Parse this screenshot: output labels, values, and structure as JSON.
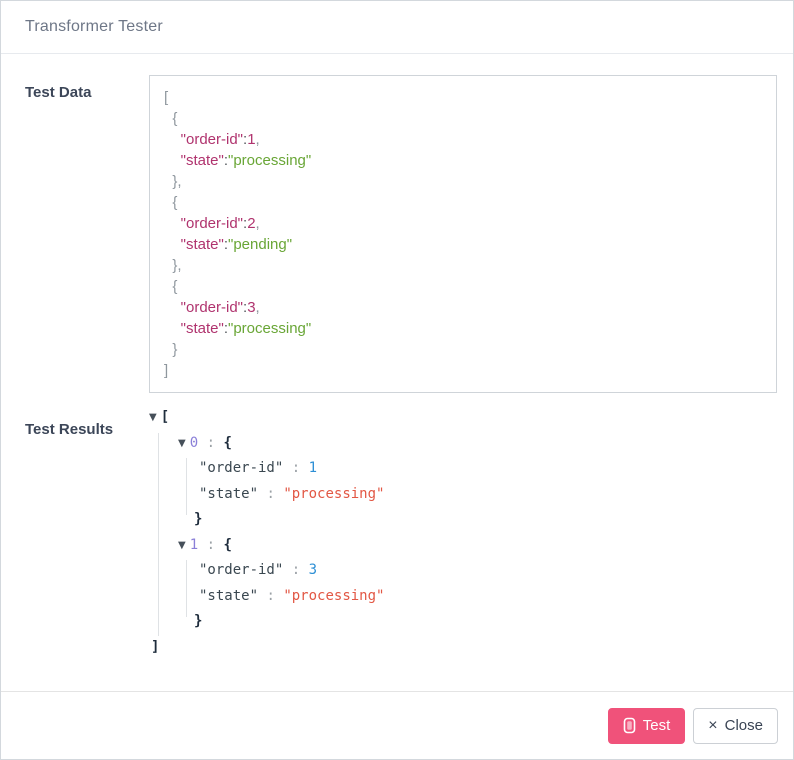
{
  "window": {
    "title": "Transformer Tester"
  },
  "sections": {
    "test_data_label": "Test Data",
    "test_results_label": "Test Results"
  },
  "test_data_editor": {
    "lines": [
      [
        {
          "t": "[",
          "c": "punct"
        }
      ],
      [
        {
          "t": "  {",
          "c": "punct"
        }
      ],
      [
        {
          "t": "    ",
          "c": "punct"
        },
        {
          "t": "\"order-id\"",
          "c": "key"
        },
        {
          "t": ":",
          "c": "colon"
        },
        {
          "t": "1",
          "c": "num"
        },
        {
          "t": ",",
          "c": "punct"
        }
      ],
      [
        {
          "t": "    ",
          "c": "punct"
        },
        {
          "t": "\"state\"",
          "c": "key"
        },
        {
          "t": ":",
          "c": "colon"
        },
        {
          "t": "\"processing\"",
          "c": "str"
        }
      ],
      [
        {
          "t": "  },",
          "c": "punct"
        }
      ],
      [
        {
          "t": "  {",
          "c": "punct"
        }
      ],
      [
        {
          "t": "    ",
          "c": "punct"
        },
        {
          "t": "\"order-id\"",
          "c": "key"
        },
        {
          "t": ":",
          "c": "colon"
        },
        {
          "t": "2",
          "c": "num"
        },
        {
          "t": ",",
          "c": "punct"
        }
      ],
      [
        {
          "t": "    ",
          "c": "punct"
        },
        {
          "t": "\"state\"",
          "c": "key"
        },
        {
          "t": ":",
          "c": "colon"
        },
        {
          "t": "\"pending\"",
          "c": "str"
        }
      ],
      [
        {
          "t": "  },",
          "c": "punct"
        }
      ],
      [
        {
          "t": "  {",
          "c": "punct"
        }
      ],
      [
        {
          "t": "    ",
          "c": "punct"
        },
        {
          "t": "\"order-id\"",
          "c": "key"
        },
        {
          "t": ":",
          "c": "colon"
        },
        {
          "t": "3",
          "c": "num"
        },
        {
          "t": ",",
          "c": "punct"
        }
      ],
      [
        {
          "t": "    ",
          "c": "punct"
        },
        {
          "t": "\"state\"",
          "c": "key"
        },
        {
          "t": ":",
          "c": "colon"
        },
        {
          "t": "\"processing\"",
          "c": "str"
        }
      ],
      [
        {
          "t": "  }",
          "c": "punct"
        }
      ],
      [
        {
          "t": "]",
          "c": "punct"
        }
      ]
    ]
  },
  "test_results_tree": {
    "lines": [
      {
        "kind": "root",
        "toggle": true,
        "tokens": [
          {
            "t": "[",
            "c": "brace"
          }
        ]
      },
      {
        "kind": "item",
        "toggle": true,
        "tokens": [
          {
            "t": "0",
            "c": "idx"
          },
          {
            "t": " : ",
            "c": "colon"
          },
          {
            "t": "{",
            "c": "brace"
          }
        ]
      },
      {
        "kind": "prop",
        "toggle": false,
        "tokens": [
          {
            "t": "\"order-id\"",
            "c": "key"
          },
          {
            "t": " : ",
            "c": "colon"
          },
          {
            "t": "1",
            "c": "num"
          }
        ]
      },
      {
        "kind": "prop",
        "toggle": false,
        "tokens": [
          {
            "t": "\"state\"",
            "c": "key"
          },
          {
            "t": " : ",
            "c": "colon"
          },
          {
            "t": "\"processing\"",
            "c": "str"
          }
        ]
      },
      {
        "kind": "closer",
        "toggle": false,
        "tokens": [
          {
            "t": "}",
            "c": "brace"
          }
        ]
      },
      {
        "kind": "item",
        "toggle": true,
        "tokens": [
          {
            "t": "1",
            "c": "idx"
          },
          {
            "t": " : ",
            "c": "colon"
          },
          {
            "t": "{",
            "c": "brace"
          }
        ]
      },
      {
        "kind": "prop",
        "toggle": false,
        "tokens": [
          {
            "t": "\"order-id\"",
            "c": "key"
          },
          {
            "t": " : ",
            "c": "colon"
          },
          {
            "t": "3",
            "c": "num"
          }
        ]
      },
      {
        "kind": "prop",
        "toggle": false,
        "tokens": [
          {
            "t": "\"state\"",
            "c": "key"
          },
          {
            "t": " : ",
            "c": "colon"
          },
          {
            "t": "\"processing\"",
            "c": "str"
          }
        ]
      },
      {
        "kind": "closer",
        "toggle": false,
        "tokens": [
          {
            "t": "}",
            "c": "brace"
          }
        ]
      },
      {
        "kind": "rootclose",
        "toggle": false,
        "tokens": [
          {
            "t": "]",
            "c": "brace"
          }
        ]
      }
    ],
    "toggle_icon": "▼"
  },
  "footer": {
    "test_label": "Test",
    "close_label": "Close",
    "close_icon": "×",
    "test_icon": "vial-icon"
  },
  "colors": {
    "accent_pink": "#f0527a",
    "editor_key": "#b0336e",
    "editor_string": "#69a636",
    "tree_number": "#2d8fd5",
    "tree_string": "#e25744",
    "tree_index": "#8a7fd8",
    "title_text": "#6e7787",
    "label_text": "#3c4658"
  }
}
